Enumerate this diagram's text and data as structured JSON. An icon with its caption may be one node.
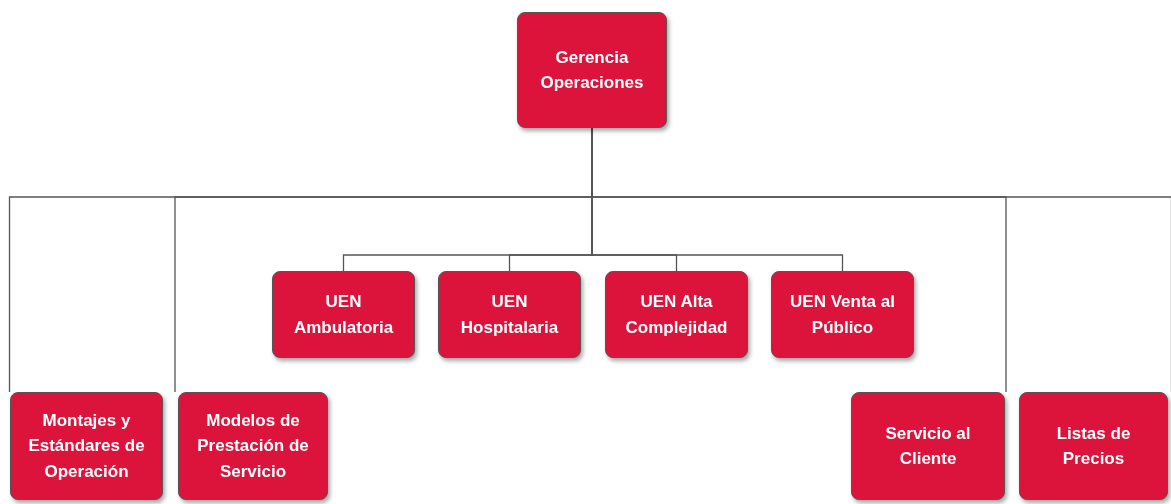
{
  "diagram": {
    "nodes": [
      {
        "text": [
          "Gerencia Operaciones"
        ]
      },
      {
        "text": [
          "UEN Ambulatoria"
        ]
      },
      {
        "text": [
          "UEN Hospitalaria"
        ]
      },
      {
        "text": [
          "UEN Alta Complejidad"
        ]
      },
      {
        "text": [
          "UEN Venta al Público"
        ]
      },
      {
        "text": [
          "Montajes y Estándares de Operación"
        ]
      },
      {
        "text": [
          "Modelos de Prestación de Servicio"
        ]
      },
      {
        "text": [
          "Servicio al Cliente"
        ]
      },
      {
        "text": [
          "Listas de Precios"
        ]
      }
    ],
    "edges": [
      {
        "from": 0,
        "to": 1,
        "arrow": "none"
      },
      {
        "from": 0,
        "to": 2,
        "arrow": "none"
      },
      {
        "from": 0,
        "to": 3,
        "arrow": "none"
      },
      {
        "from": 0,
        "to": 4,
        "arrow": "none"
      },
      {
        "from": 0,
        "to": 5,
        "arrow": "none"
      },
      {
        "from": 0,
        "to": 6,
        "arrow": "none"
      },
      {
        "from": 0,
        "to": 7,
        "arrow": "none"
      },
      {
        "from": 0,
        "to": 8,
        "arrow": "none"
      }
    ]
  }
}
